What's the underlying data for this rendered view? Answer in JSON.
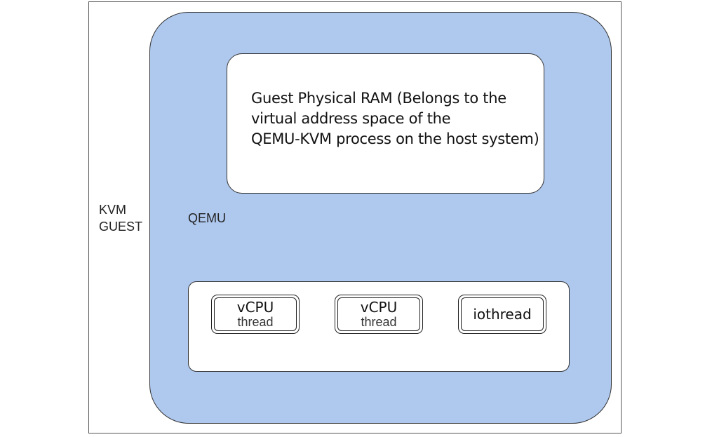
{
  "guest": {
    "label_line1": "KVM",
    "label_line2": "GUEST"
  },
  "qemu": {
    "label": "QEMU",
    "fill_color": "#afc8ee"
  },
  "ram": {
    "line1": "Guest Physical RAM (Belongs to the",
    "line2": "virtual address space of the",
    "line3": "QEMU-KVM process on the host system)"
  },
  "threads": [
    {
      "main": "vCPU",
      "sub": "thread"
    },
    {
      "main": "vCPU",
      "sub": "thread"
    },
    {
      "main": "iothread",
      "sub": ""
    }
  ]
}
